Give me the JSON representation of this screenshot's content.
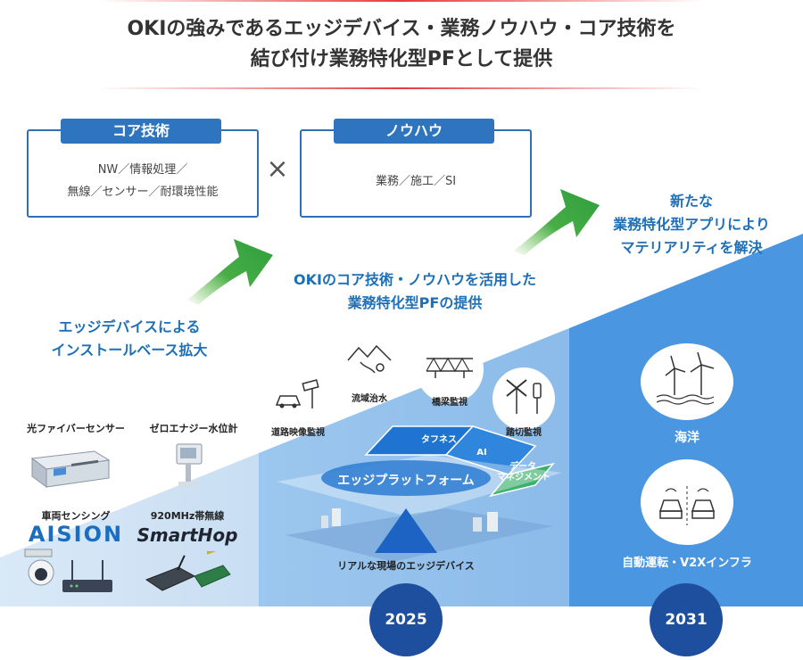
{
  "header": {
    "line1": "OKIの強みであるエッジデバイス・業務ノウハウ・コア技術を",
    "line2": "結び付け業務特化型PFとして提供"
  },
  "core_box": {
    "label": "コア技術",
    "line1": "NW／情報処理／",
    "line2": "無線／センサー／耐環境性能"
  },
  "cross_symbol": "×",
  "knowhow_box": {
    "label": "ノウハウ",
    "line1": "業務／施工／SI"
  },
  "step1": {
    "line1": "エッジデバイスによる",
    "line2": "インストールベース拡大"
  },
  "step2": {
    "line1": "OKIのコア技術・ノウハウを活用した",
    "line2": "業務特化型PFの提供"
  },
  "step3": {
    "line1": "新たな",
    "line2": "業務特化型アプリにより",
    "line3": "マテリアリティを解決"
  },
  "products": {
    "fiber": "光ファイバーセンサー",
    "zero": "ゼロエナジー水位計",
    "vehicle": "車両センシング",
    "aision": "AISION",
    "radio": "920MHz帯無線",
    "smarthop": "SmartHop"
  },
  "platform": {
    "road": "道路映像監視",
    "river": "流域治水",
    "bridge": "橋梁監視",
    "crossing": "踏切監視",
    "tafness": "タフネス",
    "ai": "AI",
    "data_mgmt_1": "データ",
    "data_mgmt_2": "マネジメント",
    "edge_platform": "エッジプラットフォーム",
    "real_devices": "リアルな現場のエッジデバイス"
  },
  "future": {
    "ocean": "海洋",
    "v2x": "自動運転・V2Xインフラ"
  },
  "years": {
    "y2025": "2025",
    "y2031": "2031"
  },
  "colors": {
    "accent_red": "#e8393f",
    "box_blue": "#2f74be",
    "text_blue": "#1d6fb8",
    "arrow_green": "#2e9e3e",
    "year_navy": "#1d4f9e"
  }
}
